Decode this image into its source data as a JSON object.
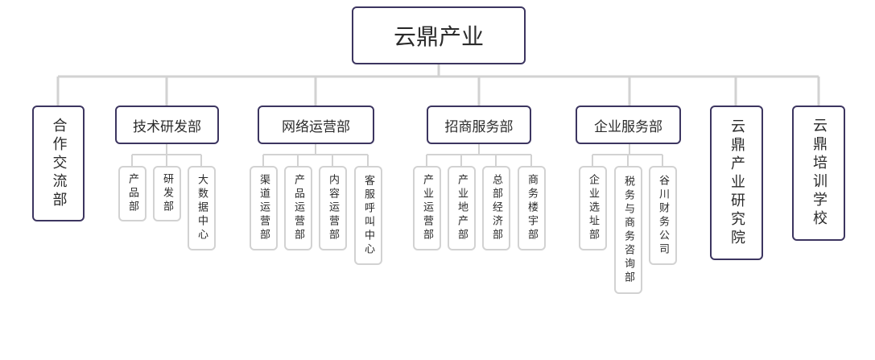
{
  "root": {
    "label": "云鼎产业"
  },
  "departments": [
    {
      "label": "合作交流部",
      "children": []
    },
    {
      "label": "技术研发部",
      "children": [
        "产品部",
        "研发部",
        "大数据中心"
      ]
    },
    {
      "label": "网络运营部",
      "children": [
        "渠道运营部",
        "产品运营部",
        "内容运营部",
        "客服呼叫中心"
      ]
    },
    {
      "label": "招商服务部",
      "children": [
        "产业运营部",
        "产业地产部",
        "总部经济部",
        "商务楼宇部"
      ]
    },
    {
      "label": "企业服务部",
      "children": [
        "企业选址部",
        "税务与商务咨询部",
        "谷川财务公司"
      ]
    },
    {
      "label": "云鼎产业研究院",
      "children": []
    },
    {
      "label": "云鼎培训学校",
      "children": []
    }
  ],
  "colors": {
    "primary_border": "#3c3560",
    "secondary_border": "#d2d2d2",
    "connector": "#d2d2d2"
  }
}
